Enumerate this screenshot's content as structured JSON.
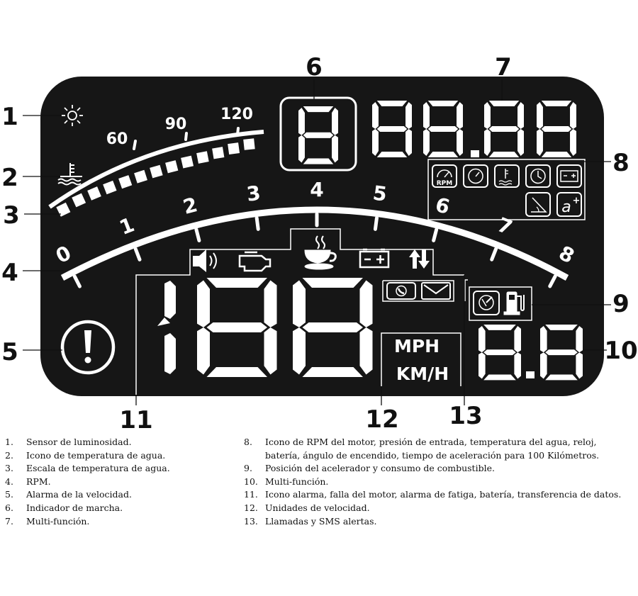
{
  "hud": {
    "speed_scale": [
      "60",
      "90",
      "120"
    ],
    "rpm_scale": [
      "0",
      "1",
      "2",
      "3",
      "4",
      "5",
      "6",
      "7",
      "8"
    ],
    "gear_display": "8",
    "speed_display": "188",
    "units": {
      "mph": "MPH",
      "kmh": "KM/H"
    },
    "icon8_rpm_text": "RPM",
    "accel_symbol": "a",
    "accel_superscript": "+"
  },
  "icons": {
    "row11": [
      "speaker-icon",
      "engine-icon",
      "coffee-cup-icon",
      "battery-icon",
      "data-transfer-icon"
    ],
    "row8": [
      "rpm-gauge-icon",
      "pressure-gauge-icon",
      "water-temp-icon",
      "clock-icon",
      "battery-icon",
      "ignition-angle-icon",
      "acceleration-icon"
    ],
    "row13": [
      "phone-icon",
      "envelope-icon"
    ],
    "row9": [
      "throttle-icon",
      "fuel-pump-icon"
    ],
    "sensor": "sun-icon",
    "water": "thermometer-water-icon",
    "alarm": "exclamation-circle-icon"
  },
  "callouts": [
    "1",
    "2",
    "3",
    "4",
    "5",
    "6",
    "7",
    "8",
    "9",
    "10",
    "11",
    "12",
    "13"
  ],
  "legend": {
    "left": [
      {
        "num": "1.",
        "text": "Sensor de luminosidad."
      },
      {
        "num": "2.",
        "text": "Icono de temperatura de agua."
      },
      {
        "num": "3.",
        "text": "Escala de temperatura de agua."
      },
      {
        "num": "4.",
        "text": "RPM."
      },
      {
        "num": "5.",
        "text": "Alarma de la velocidad."
      },
      {
        "num": "6.",
        "text": "Indicador de marcha."
      },
      {
        "num": "7.",
        "text": "Multi-función."
      }
    ],
    "right": [
      {
        "num": "8.",
        "text": "Icono de RPM del motor,  presión de entrada, temperatura del agua, reloj, batería, ángulo de encendido, tiempo de aceleración para 100 Kilómetros."
      },
      {
        "num": "9.",
        "text": "Posición del acelerador y consumo de combustible."
      },
      {
        "num": "10.",
        "text": "Multi-función."
      },
      {
        "num": "11.",
        "text": "Icono alarma, falla del motor, alarma de fatiga, batería, transferencia de datos."
      },
      {
        "num": "12.",
        "text": "Unidades de velocidad."
      },
      {
        "num": "13.",
        "text": "Llamadas y SMS alertas."
      }
    ]
  },
  "colors": {
    "panel": "#161616",
    "fg": "#ffffff",
    "ink": "#111111"
  }
}
